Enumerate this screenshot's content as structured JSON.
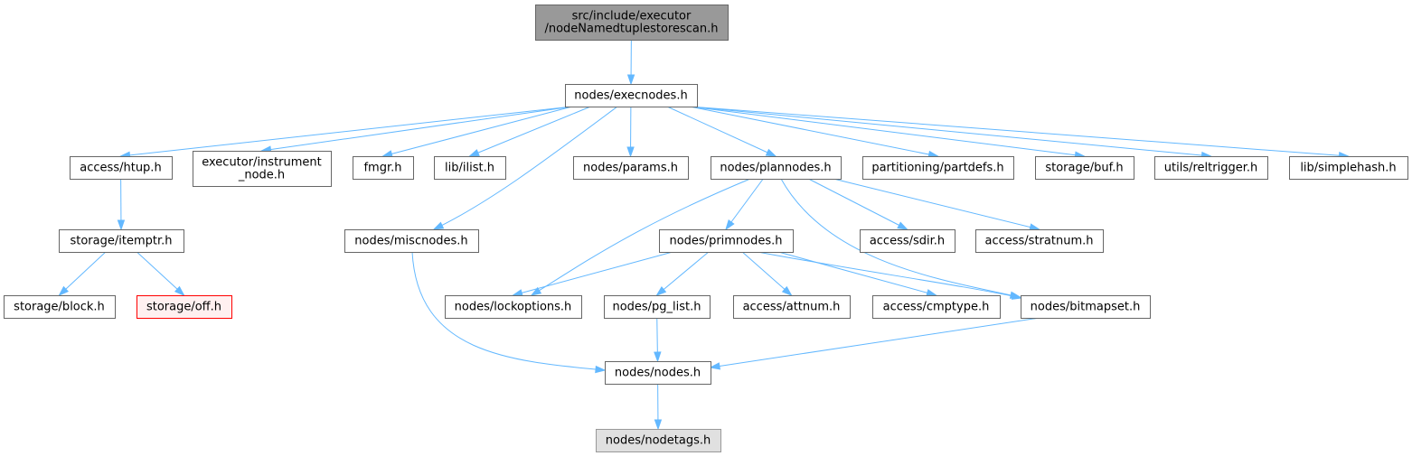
{
  "diagram": {
    "title": "",
    "nodes": [
      {
        "id": "root",
        "lines": [
          "src/include/executor",
          "/nodeNamedtuplestorescan.h"
        ],
        "kind": "root"
      },
      {
        "id": "execnodes",
        "lines": [
          "nodes/execnodes.h"
        ],
        "kind": "normal"
      },
      {
        "id": "htup",
        "lines": [
          "access/htup.h"
        ],
        "kind": "normal"
      },
      {
        "id": "instrument",
        "lines": [
          "executor/instrument",
          "_node.h"
        ],
        "kind": "normal"
      },
      {
        "id": "fmgr",
        "lines": [
          "fmgr.h"
        ],
        "kind": "normal"
      },
      {
        "id": "ilist",
        "lines": [
          "lib/ilist.h"
        ],
        "kind": "normal"
      },
      {
        "id": "params",
        "lines": [
          "nodes/params.h"
        ],
        "kind": "normal"
      },
      {
        "id": "plannodes",
        "lines": [
          "nodes/plannodes.h"
        ],
        "kind": "normal"
      },
      {
        "id": "partdefs",
        "lines": [
          "partitioning/partdefs.h"
        ],
        "kind": "normal"
      },
      {
        "id": "buf",
        "lines": [
          "storage/buf.h"
        ],
        "kind": "normal"
      },
      {
        "id": "reltrigger",
        "lines": [
          "utils/reltrigger.h"
        ],
        "kind": "normal"
      },
      {
        "id": "simplehash",
        "lines": [
          "lib/simplehash.h"
        ],
        "kind": "normal"
      },
      {
        "id": "itemptr",
        "lines": [
          "storage/itemptr.h"
        ],
        "kind": "normal"
      },
      {
        "id": "miscnodes",
        "lines": [
          "nodes/miscnodes.h"
        ],
        "kind": "normal"
      },
      {
        "id": "primnodes",
        "lines": [
          "nodes/primnodes.h"
        ],
        "kind": "normal"
      },
      {
        "id": "sdir",
        "lines": [
          "access/sdir.h"
        ],
        "kind": "normal"
      },
      {
        "id": "stratnum",
        "lines": [
          "access/stratnum.h"
        ],
        "kind": "normal"
      },
      {
        "id": "block",
        "lines": [
          "storage/block.h"
        ],
        "kind": "normal"
      },
      {
        "id": "off",
        "lines": [
          "storage/off.h"
        ],
        "kind": "missing"
      },
      {
        "id": "lockoptions",
        "lines": [
          "nodes/lockoptions.h"
        ],
        "kind": "normal"
      },
      {
        "id": "pg_list",
        "lines": [
          "nodes/pg_list.h"
        ],
        "kind": "normal"
      },
      {
        "id": "attnum",
        "lines": [
          "access/attnum.h"
        ],
        "kind": "normal"
      },
      {
        "id": "cmptype",
        "lines": [
          "access/cmptype.h"
        ],
        "kind": "normal"
      },
      {
        "id": "bitmapset",
        "lines": [
          "nodes/bitmapset.h"
        ],
        "kind": "normal"
      },
      {
        "id": "nodes",
        "lines": [
          "nodes/nodes.h"
        ],
        "kind": "normal"
      },
      {
        "id": "nodetags",
        "lines": [
          "nodes/nodetags.h"
        ],
        "kind": "external"
      }
    ],
    "edges": [
      [
        "root",
        "execnodes"
      ],
      [
        "execnodes",
        "htup"
      ],
      [
        "execnodes",
        "instrument"
      ],
      [
        "execnodes",
        "fmgr"
      ],
      [
        "execnodes",
        "ilist"
      ],
      [
        "execnodes",
        "miscnodes"
      ],
      [
        "execnodes",
        "params"
      ],
      [
        "execnodes",
        "plannodes"
      ],
      [
        "execnodes",
        "partdefs"
      ],
      [
        "execnodes",
        "buf"
      ],
      [
        "execnodes",
        "reltrigger"
      ],
      [
        "execnodes",
        "simplehash"
      ],
      [
        "htup",
        "itemptr"
      ],
      [
        "itemptr",
        "block"
      ],
      [
        "itemptr",
        "off"
      ],
      [
        "miscnodes",
        "nodes"
      ],
      [
        "plannodes",
        "primnodes"
      ],
      [
        "plannodes",
        "sdir"
      ],
      [
        "plannodes",
        "stratnum"
      ],
      [
        "plannodes",
        "lockoptions"
      ],
      [
        "plannodes",
        "bitmapset"
      ],
      [
        "primnodes",
        "lockoptions"
      ],
      [
        "primnodes",
        "pg_list"
      ],
      [
        "primnodes",
        "attnum"
      ],
      [
        "primnodes",
        "cmptype"
      ],
      [
        "primnodes",
        "bitmapset"
      ],
      [
        "pg_list",
        "nodes"
      ],
      [
        "bitmapset",
        "nodes"
      ],
      [
        "nodes",
        "nodetags"
      ]
    ]
  }
}
